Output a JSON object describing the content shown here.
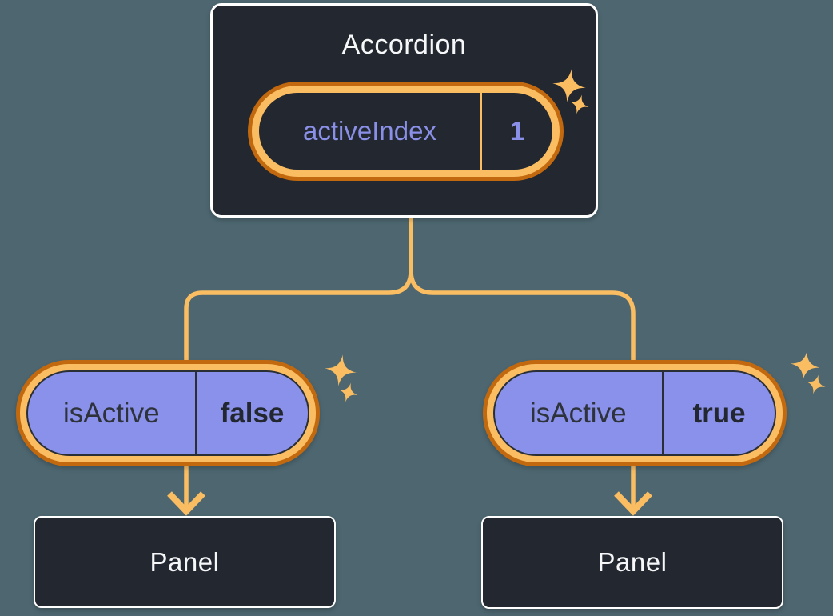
{
  "diagram": {
    "root": {
      "title": "Accordion",
      "state": {
        "name": "activeIndex",
        "value": "1"
      }
    },
    "children": [
      {
        "prop": {
          "name": "isActive",
          "value": "false"
        },
        "panel": {
          "title": "Panel"
        }
      },
      {
        "prop": {
          "name": "isActive",
          "value": "true"
        },
        "panel": {
          "title": "Panel"
        }
      }
    ],
    "icons": {
      "sparkle": "sparkle-icon"
    },
    "colors": {
      "background": "#4D6670",
      "card_background": "#23272F",
      "card_border": "#FFFFFF",
      "text_light": "#F6F7F9",
      "orange_light": "#FABD62",
      "orange_dark": "#C2690F",
      "purple_fill": "#8A91EA",
      "purple_text": "#8A90E8",
      "text_dark": "#23272F"
    }
  }
}
